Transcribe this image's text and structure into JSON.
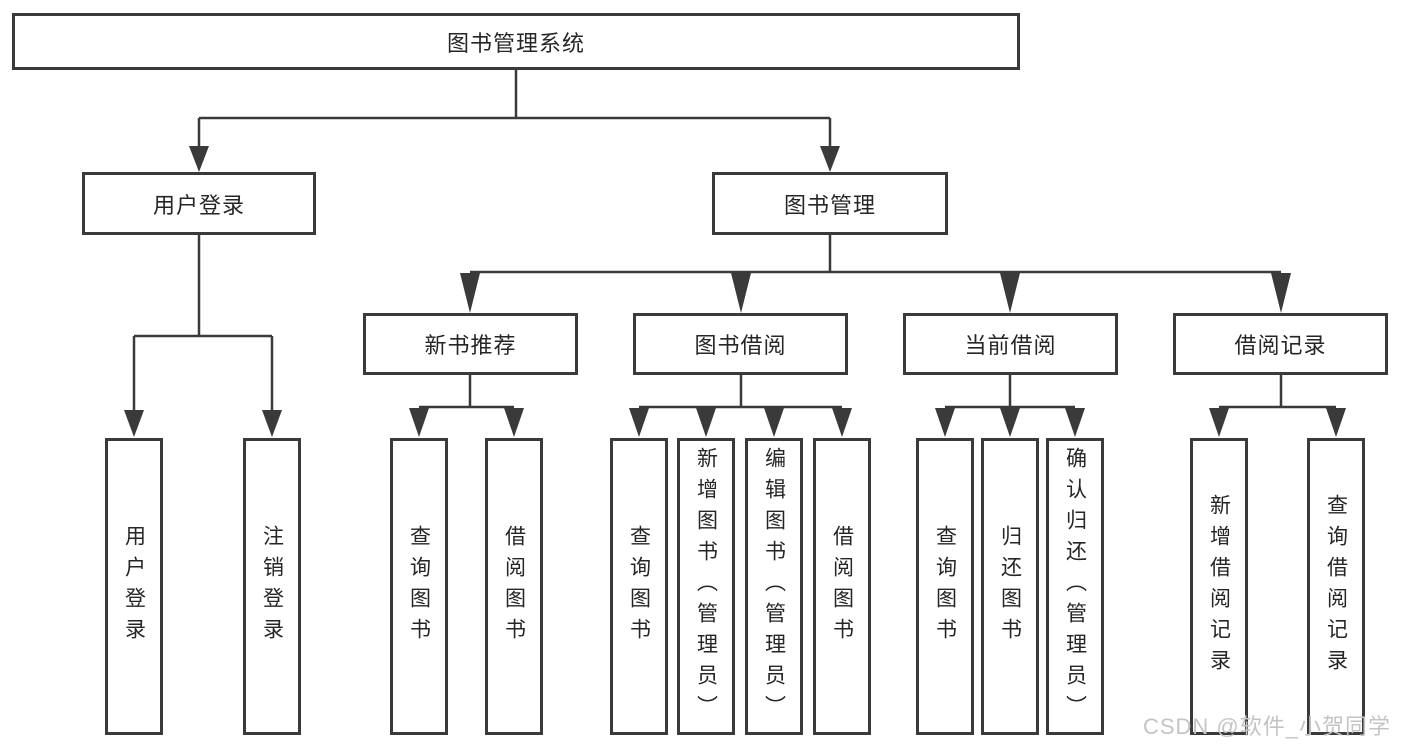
{
  "diagram": {
    "root": {
      "label": "图书管理系统",
      "children": [
        {
          "label": "用户登录",
          "children": [
            {
              "label": "用户登录"
            },
            {
              "label": "注销登录"
            }
          ]
        },
        {
          "label": "图书管理",
          "children": [
            {
              "label": "新书推荐",
              "children": [
                {
                  "label": "查询图书"
                },
                {
                  "label": "借阅图书"
                }
              ]
            },
            {
              "label": "图书借阅",
              "children": [
                {
                  "label": "查询图书"
                },
                {
                  "label": "新增图书（管理员）"
                },
                {
                  "label": "编辑图书（管理员）"
                },
                {
                  "label": "借阅图书"
                }
              ]
            },
            {
              "label": "当前借阅",
              "children": [
                {
                  "label": "查询图书"
                },
                {
                  "label": "归还图书"
                },
                {
                  "label": "确认归还（管理员）"
                }
              ]
            },
            {
              "label": "借阅记录",
              "children": [
                {
                  "label": "新增借阅记录"
                },
                {
                  "label": "查询借阅记录"
                }
              ]
            }
          ]
        }
      ]
    }
  },
  "watermark": {
    "text": "CSDN @软件_小贺同学"
  },
  "colors": {
    "line": "#3a3a3a",
    "text": "#262626",
    "box_background": "#ffffff",
    "watermark": "#c4c4c4",
    "page_background": "#ffffff"
  }
}
